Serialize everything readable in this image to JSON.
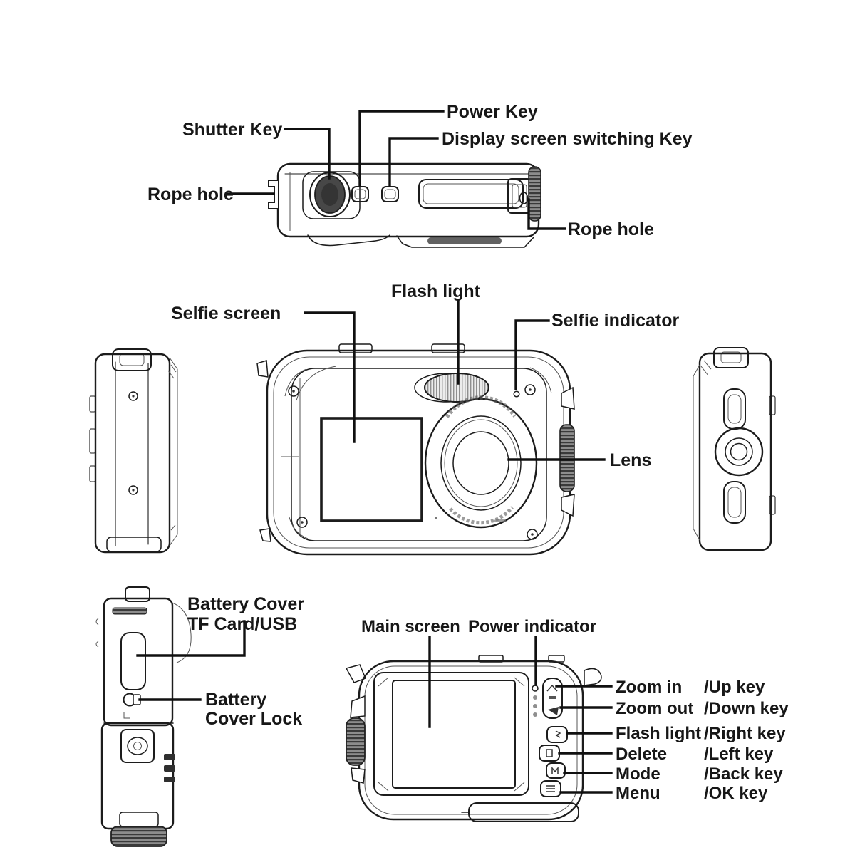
{
  "document": {
    "type": "camera-parts-diagram",
    "views": [
      "top",
      "front",
      "left-side",
      "right-side",
      "battery-side",
      "back"
    ]
  },
  "colors": {
    "background": "#ffffff",
    "ink": "#1c1c1c",
    "dark_fill": "#474747",
    "mid_gray": "#8a8a8a"
  },
  "labels": {
    "shutter_key": "Shutter Key",
    "power_key": "Power Key",
    "display_switch_key": "Display screen switching Key",
    "rope_hole_left": "Rope hole",
    "rope_hole_right": "Rope hole",
    "flash_light": "Flash light",
    "selfie_screen": "Selfie screen",
    "selfie_indicator": "Selfie indicator",
    "lens": "Lens",
    "battery_cover_line1": "Battery Cover",
    "battery_cover_line2": "TF Card/USB",
    "battery_lock_line1": "Battery",
    "battery_lock_line2": "Cover Lock",
    "main_screen": "Main screen",
    "power_indicator": "Power indicator"
  },
  "back_keys": [
    {
      "function": "Zoom in",
      "key": "/Up key"
    },
    {
      "function": "Zoom out",
      "key": "/Down key"
    },
    {
      "function": "Flash light",
      "key": "/Right key"
    },
    {
      "function": "Delete",
      "key": "/Left key"
    },
    {
      "function": "Mode",
      "key": "/Back key"
    },
    {
      "function": "Menu",
      "key": "/OK key"
    }
  ]
}
